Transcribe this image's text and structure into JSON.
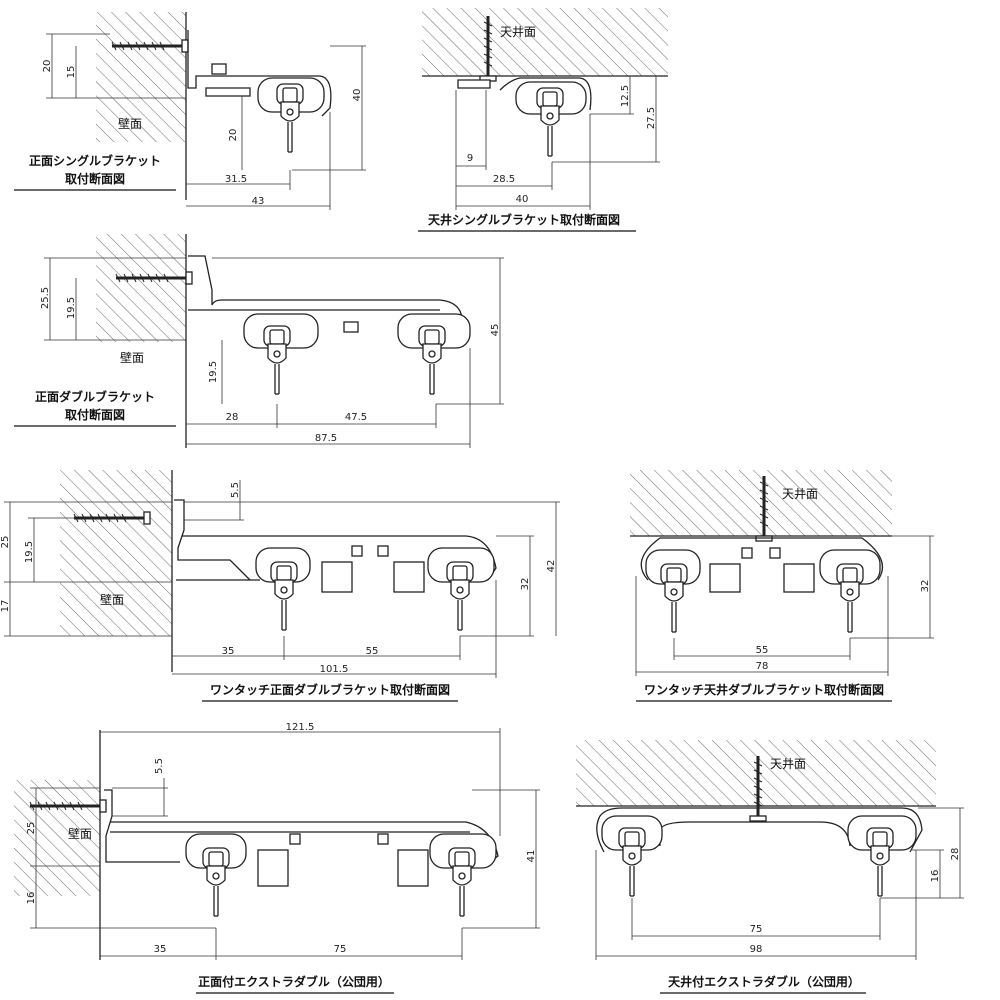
{
  "labels": {
    "wall": "壁面",
    "ceiling": "天井面"
  },
  "captions": {
    "front_single_line1": "正面シングルブラケット",
    "front_single_line2": "取付断面図",
    "ceiling_single": "天井シングルブラケット取付断面図",
    "front_double_line1": "正面ダブルブラケット",
    "front_double_line2": "取付断面図",
    "onetouch_front_double": "ワンタッチ正面ダブルブラケット取付断面図",
    "onetouch_ceiling_double": "ワンタッチ天井ダブルブラケット取付断面図",
    "front_extra_double": "正面付エクストラダブル（公団用）",
    "ceiling_extra_double": "天井付エクストラダブル（公団用）"
  },
  "dims": {
    "fs": {
      "h20": "20",
      "h15": "15",
      "h40": "40",
      "v20": "20",
      "w31_5": "31.5",
      "w43": "43"
    },
    "cs": {
      "h12_5": "12.5",
      "h27_5": "27.5",
      "w9": "9",
      "w28_5": "28.5",
      "w40": "40"
    },
    "fd": {
      "h25_5": "25.5",
      "h19_5": "19.5",
      "h45": "45",
      "v19_5": "19.5",
      "w28": "28",
      "w47_5": "47.5",
      "w87_5": "87.5"
    },
    "of": {
      "t5_5": "5.5",
      "h25": "25",
      "h19_5": "19.5",
      "h17": "17",
      "h32": "32",
      "h42": "42",
      "w35": "35",
      "w55": "55",
      "w101_5": "101.5"
    },
    "oc": {
      "h32": "32",
      "w55": "55",
      "w78": "78"
    },
    "ef": {
      "w121_5": "121.5",
      "t5_5": "5.5",
      "h25": "25",
      "h16": "16",
      "h41": "41",
      "w35": "35",
      "w75": "75"
    },
    "ec": {
      "h16": "16",
      "h28": "28",
      "w75": "75",
      "w98": "98"
    }
  }
}
